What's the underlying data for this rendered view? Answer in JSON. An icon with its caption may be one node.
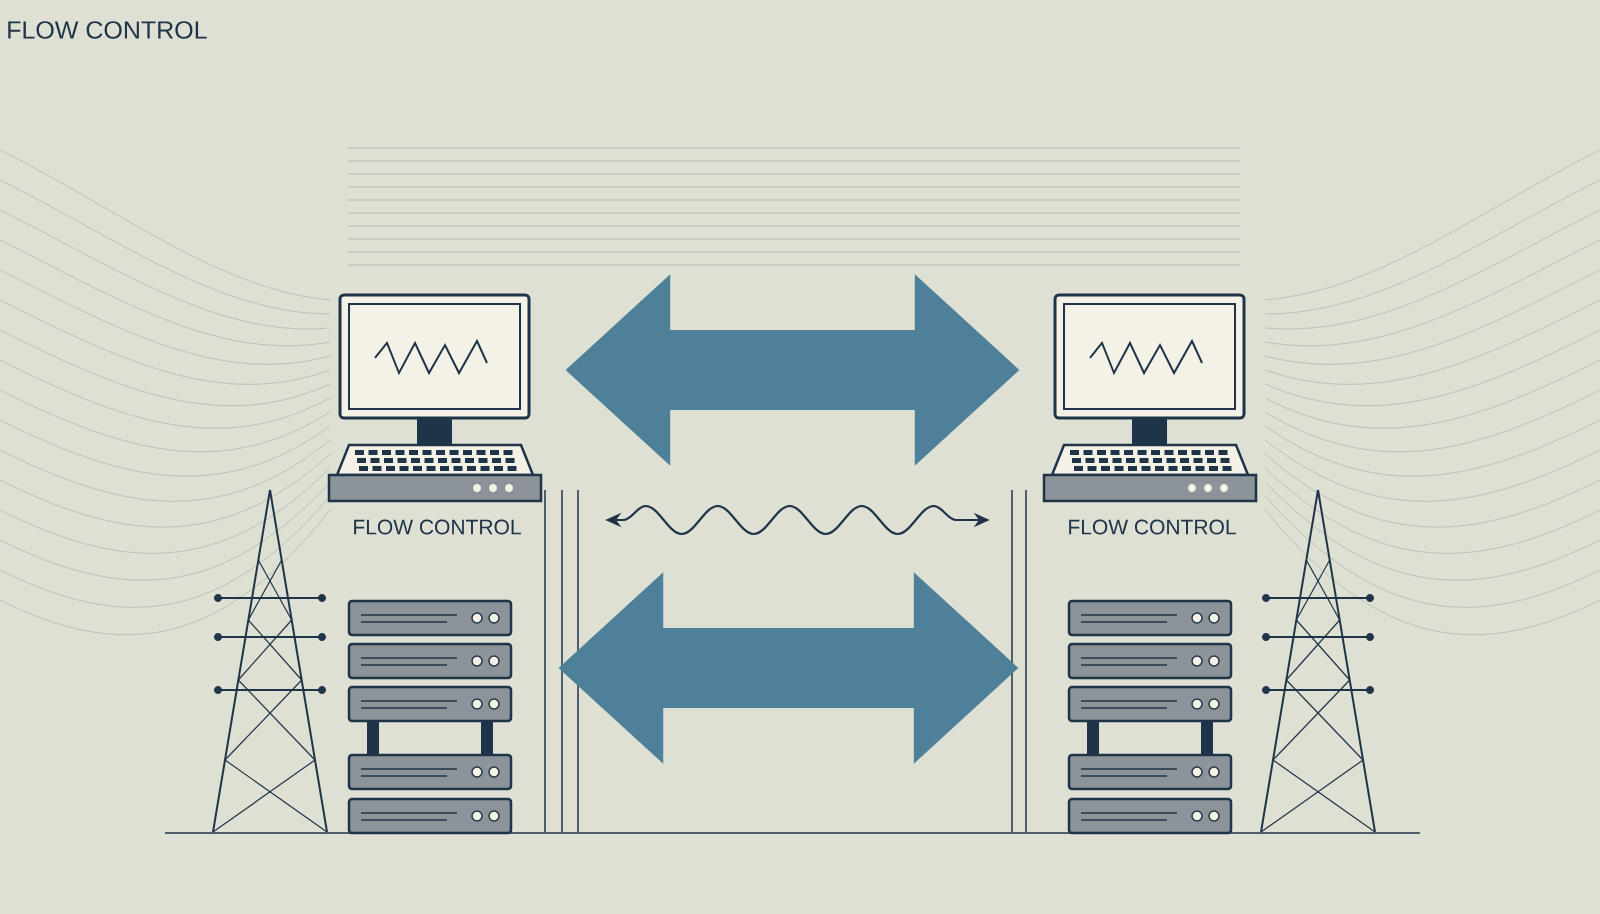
{
  "diagram": {
    "title": "FLOW CONTROL",
    "nodes": [
      {
        "text": [],
        "shape": "picture",
        "beside": [
          "FLOW CONTROL"
        ]
      },
      {
        "text": [],
        "shape": "picture",
        "beside": [
          "FLOW CONTROL"
        ]
      },
      {
        "text": [],
        "shape": "picture"
      },
      {
        "text": [],
        "shape": "picture"
      }
    ],
    "edges": [
      {
        "from": 0,
        "to": 1,
        "arrow": "both"
      },
      {
        "from": 0,
        "to": 1,
        "arrow": "both"
      },
      {
        "from": 2,
        "to": 3,
        "arrow": "both"
      }
    ]
  }
}
